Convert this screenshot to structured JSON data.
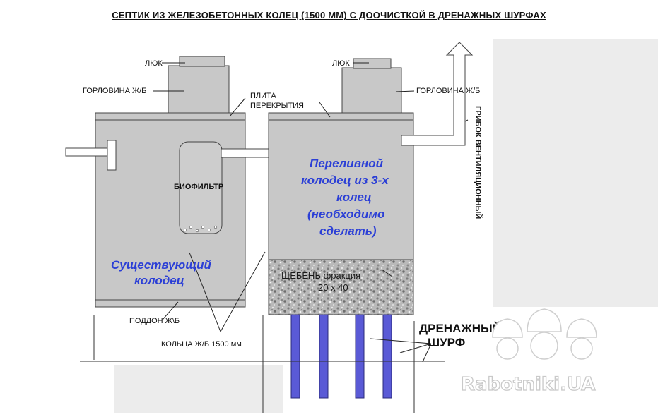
{
  "title": "СЕПТИК ИЗ ЖЕЛЕЗОБЕТОННЫХ КОЛЕЦ (1500 ММ) С ДООЧИСТКОЙ В ДРЕНАЖНЫХ ШУРФАХ",
  "labels": {
    "hatch_left": "ЛЮК",
    "neck_left": "ГОРЛОВИНА Ж/Б",
    "slab_line1": "ПЛИТА",
    "slab_line2": "ПЕРЕКРЫТИЯ",
    "hatch_right": "ЛЮК",
    "neck_right": "ГОРЛОВИНА Ж/Б",
    "vent": "ГРИБОК ВЕНТИЛЯЦИОННЫЙ",
    "biofilter": "БИОФИЛЬТР",
    "bottom_slab": "ПОДДОН  Ж\\Б",
    "rings": "КОЛЬЦА Ж/Б 1500 мм",
    "gravel_line1": "ЩЕБЕНЬ фракция",
    "gravel_line2": "20 х 40",
    "drain_line1": "ДРЕНАЖНЫЙ",
    "drain_line2": "ШУРФ"
  },
  "annotations": {
    "existing_line1": "Существующий",
    "existing_line2": "колодец",
    "overflow_line1": "Переливной",
    "overflow_line2": "колодец из 3-х",
    "overflow_line3": "колец",
    "overflow_line4": "(необходимо",
    "overflow_line5": "сделать)"
  },
  "watermark": "Rabotniki.UA",
  "colors": {
    "tank": "#c8c8c8",
    "tank_outline": "#444444",
    "annotation": "#2b3fd6",
    "drain_pipe": "#5a5ad6",
    "placeholder": "#ececec"
  }
}
